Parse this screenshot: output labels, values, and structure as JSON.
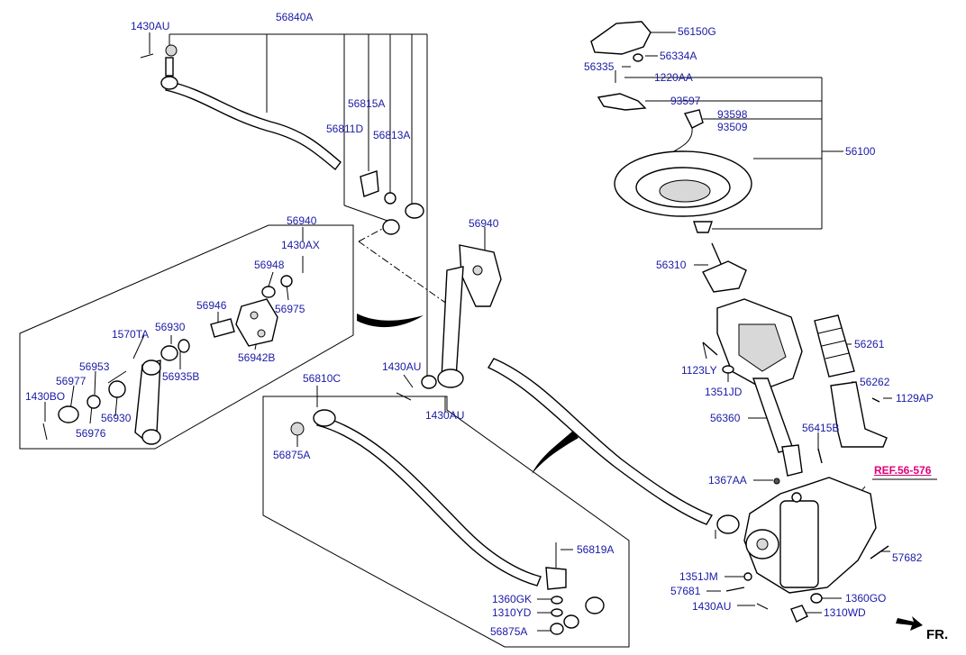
{
  "labels": {
    "p_1430au_top": "1430AU",
    "p_56840a": "56840A",
    "p_56815a": "56815A",
    "p_56811d": "56811D",
    "p_56813a": "56813A",
    "p_56940_a": "56940",
    "p_1430ax": "1430AX",
    "p_56948": "56948",
    "p_56975": "56975",
    "p_56946": "56946",
    "p_56942b": "56942B",
    "p_1570ta": "1570TA",
    "p_56930_a": "56930",
    "p_56935b": "56935B",
    "p_56953": "56953",
    "p_56977": "56977",
    "p_1430bo": "1430BO",
    "p_56976": "56976",
    "p_56930_b": "56930",
    "p_56940_b": "56940",
    "p_1430au_mid": "1430AU",
    "p_1430au_mid2": "1430AU",
    "p_56810c": "56810C",
    "p_56875a_top": "56875A",
    "p_56819a": "56819A",
    "p_1360gk": "1360GK",
    "p_1310yd": "1310YD",
    "p_56875a_bot": "56875A",
    "p_56150g": "56150G",
    "p_56334a": "56334A",
    "p_56335": "56335",
    "p_1220aa": "1220AA",
    "p_93597": "93597",
    "p_93598": "93598",
    "p_93509": "93509",
    "p_56100": "56100",
    "p_56310": "56310",
    "p_56261": "56261",
    "p_1123ly": "1123LY",
    "p_1351jd": "1351JD",
    "p_56262": "56262",
    "p_1129ap": "1129AP",
    "p_56360": "56360",
    "p_56415b": "56415B",
    "p_1367aa": "1367AA",
    "p_57682": "57682",
    "p_1351jm": "1351JM",
    "p_57681": "57681",
    "p_1430au_bot": "1430AU",
    "p_1360go": "1360GO",
    "p_1310wd": "1310WD"
  },
  "ref_label": "REF.56-576",
  "direction_label": "FR."
}
